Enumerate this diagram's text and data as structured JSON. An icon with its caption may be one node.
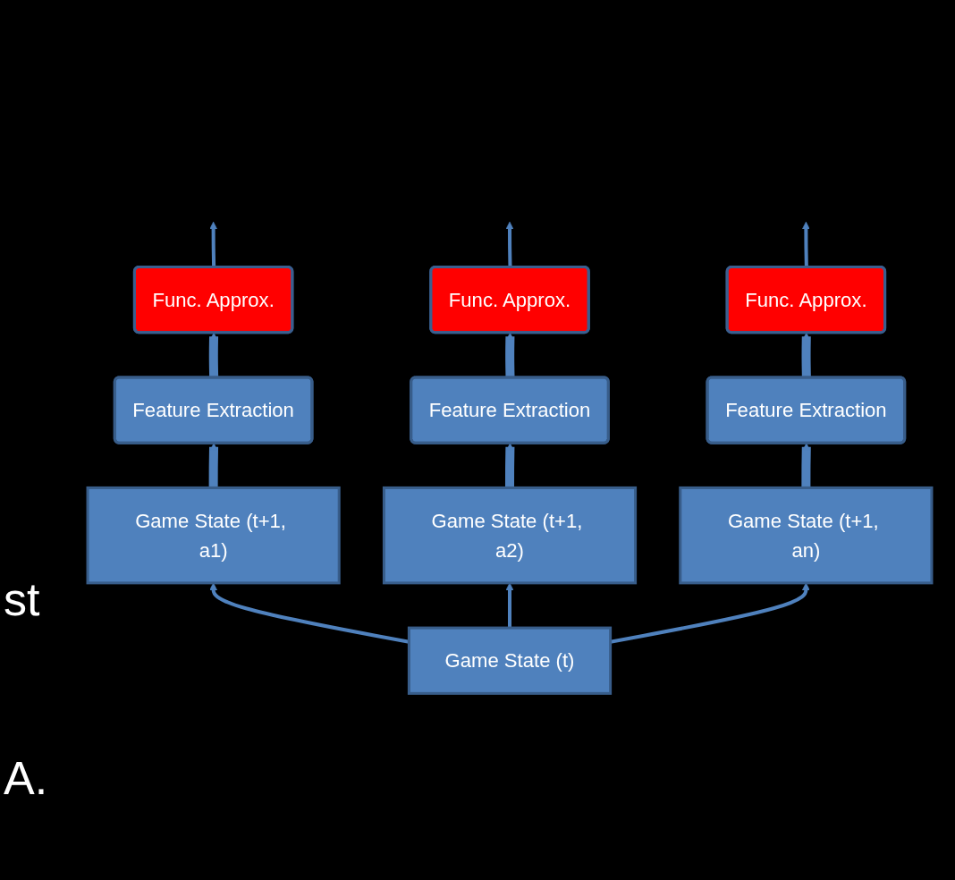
{
  "diagram": {
    "nodes": [
      {
        "text": [
          "Func. Approx."
        ]
      },
      {
        "text": [
          "Func. Approx."
        ]
      },
      {
        "text": [
          "Func. Approx."
        ]
      },
      {
        "text": [
          "Feature Extraction"
        ]
      },
      {
        "text": [
          "Feature Extraction"
        ]
      },
      {
        "text": [
          "Feature Extraction"
        ]
      },
      {
        "text": [
          "Game State (t+1, a1)"
        ]
      },
      {
        "text": [
          "Game State (t+1, a2)"
        ]
      },
      {
        "text": [
          "Game State (t+1, an)"
        ]
      },
      {
        "text": [
          "Game State (t)"
        ]
      }
    ],
    "edges": [
      {
        "from": 9,
        "to": 6,
        "arrow": "to"
      },
      {
        "from": 9,
        "to": 7,
        "arrow": "to"
      },
      {
        "from": 9,
        "to": 8,
        "arrow": "to"
      },
      {
        "from": 6,
        "to": 3,
        "arrow": "to",
        "style": "thick"
      },
      {
        "from": 7,
        "to": 4,
        "arrow": "to",
        "style": "thick"
      },
      {
        "from": 8,
        "to": 5,
        "arrow": "to",
        "style": "thick"
      },
      {
        "from": 3,
        "to": 0,
        "arrow": "to",
        "style": "thick"
      },
      {
        "from": 4,
        "to": 1,
        "arrow": "to",
        "style": "thick"
      },
      {
        "from": 5,
        "to": 2,
        "arrow": "to",
        "style": "thick"
      },
      {
        "from": 0,
        "to": null,
        "arrow": "to"
      },
      {
        "from": 1,
        "to": null,
        "arrow": "to"
      },
      {
        "from": 2,
        "to": null,
        "arrow": "to"
      }
    ],
    "labels": [
      "st",
      "A."
    ]
  }
}
